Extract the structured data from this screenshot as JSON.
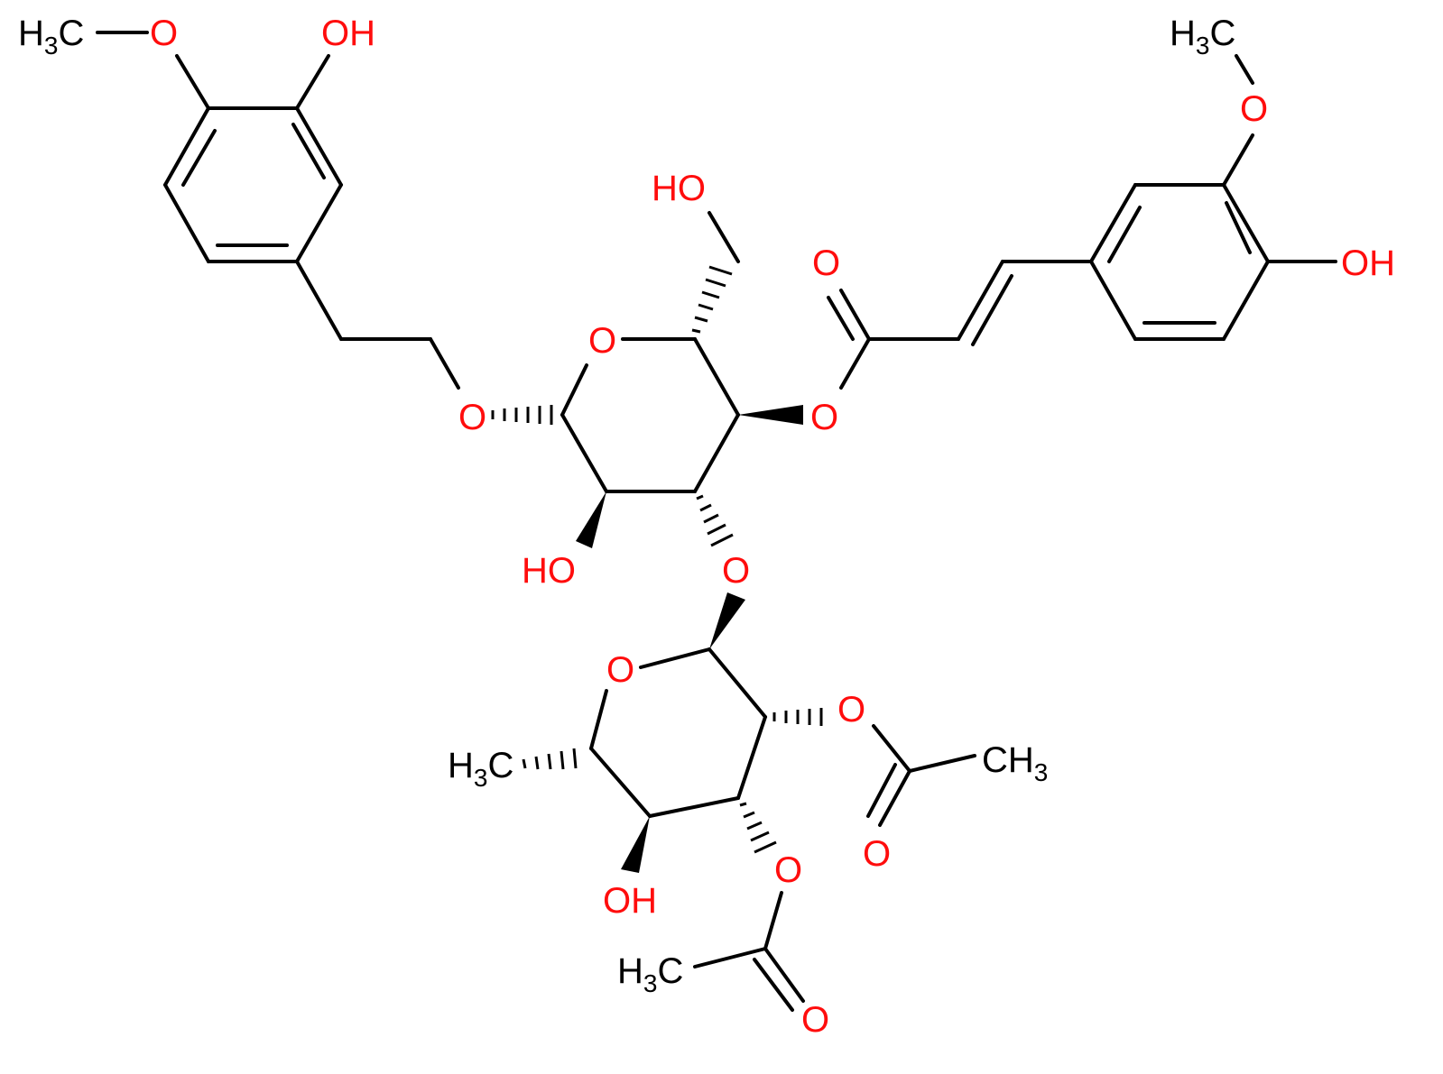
{
  "colors": {
    "bond": "#000000",
    "oxygen": "#ff0d0d",
    "carbon_label": "#000000"
  },
  "atom_labels": {
    "methyl_top_left": [
      "H",
      "3",
      "C"
    ],
    "o_methoxy_left": "O",
    "oh_top_left": "OH",
    "methyl_top_right": [
      "H",
      "3",
      "C"
    ],
    "o_methoxy_right": "O",
    "oh_right": "OH",
    "ho_hydroxymethyl": "HO",
    "o_carbonyl_ester": "O",
    "o_ring_glucose": "O",
    "o_glycosidic": "O",
    "o_ester": "O",
    "oh_glucose_c2": "HO",
    "o_linkage": "O",
    "o_ring_rhamnose": "O",
    "o_acetyl_1": "O",
    "methyl_acetyl_1": [
      "CH",
      "3"
    ],
    "o_carbonyl_acetyl_1": "O",
    "methyl_rhamnose": [
      "H",
      "3",
      "C"
    ],
    "o_acetyl_2": "O",
    "oh_rhamnose": "OH",
    "methyl_acetyl_2": [
      "H",
      "3",
      "C"
    ],
    "o_carbonyl_acetyl_2": "O"
  }
}
